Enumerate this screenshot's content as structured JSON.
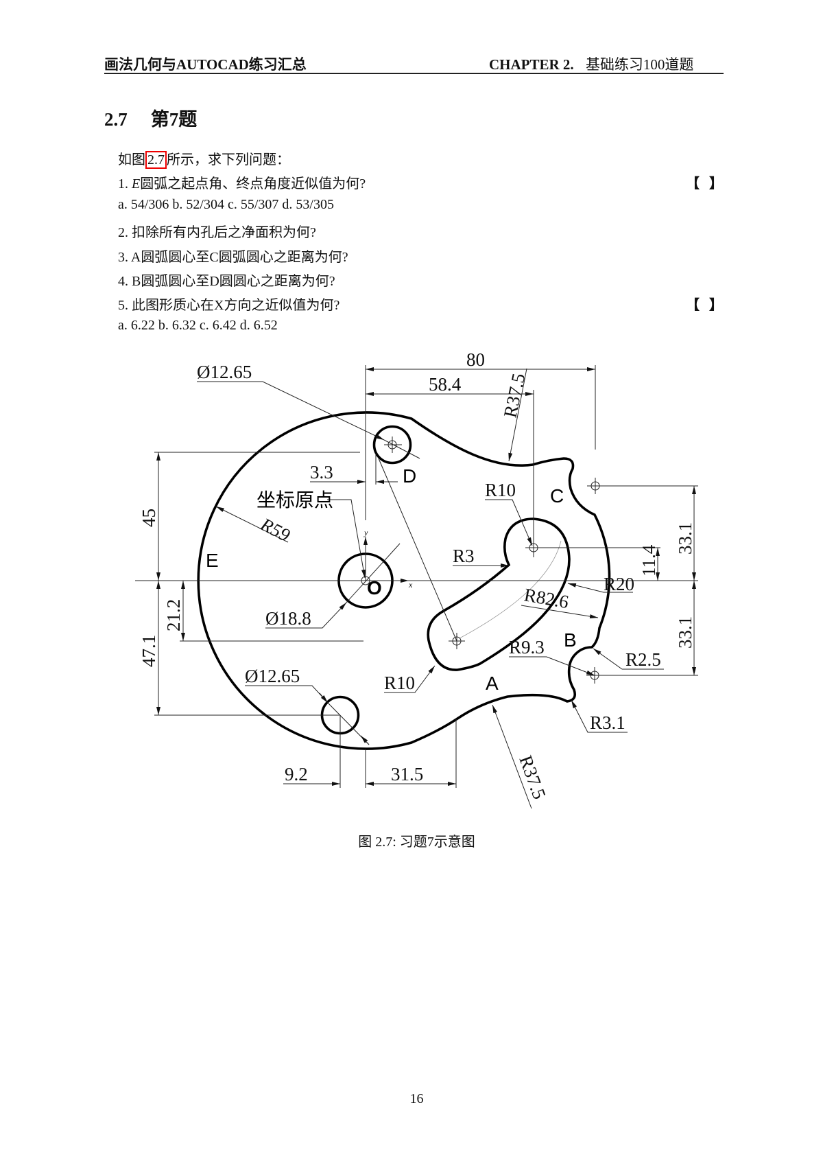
{
  "header": {
    "left": "画法几何与AUTOCAD练习汇总",
    "right_chapter": "CHAPTER 2.",
    "right_title": "基础练习100道题"
  },
  "section": {
    "number": "2.7",
    "title": "第7题"
  },
  "intro": {
    "prefix": "如图",
    "ref": "2.7",
    "suffix": "所示，求下列问题："
  },
  "questions": [
    {
      "num": "1.",
      "label": "E",
      "text": "圆弧之起点角、终点角度近似值为何?",
      "bracket": "【】",
      "options": "a. 54/306 b. 52/304 c. 55/307 d. 53/305"
    },
    {
      "num": "2.",
      "text": "扣除所有内孔后之净面积为何?"
    },
    {
      "num": "3.",
      "text": "A圆弧圆心至C圆弧圆心之距离为何?"
    },
    {
      "num": "4.",
      "text": "B圆弧圆心至D圆圆心之距离为何?"
    },
    {
      "num": "5.",
      "text": "此图形质心在X方向之近似值为何?",
      "bracket": "【】",
      "options": "a. 6.22 b. 6.32 c. 6.42 d. 6.52"
    }
  ],
  "figure": {
    "labels": {
      "A": "A",
      "B": "B",
      "C": "C",
      "D": "D",
      "E": "E",
      "O": "O",
      "origin": "坐标原点",
      "x_axis": "x",
      "y_axis": "y"
    },
    "dims": {
      "d80": "80",
      "d58_4": "58.4",
      "r37_5_top": "R37.5",
      "dia_top": "Ø12.65",
      "d3_3": "3.3",
      "d45": "45",
      "r59": "R59",
      "r10_top": "R10",
      "r3": "R3",
      "c": "C",
      "d11_4": "11.4",
      "d33_1_top": "33.1",
      "r20": "R20",
      "r82_6": "R82.6",
      "d21_2": "21.2",
      "d47_1": "47.1",
      "dia_center": "Ø18.8",
      "dia_bottom": "Ø12.65",
      "r10_bottom": "R10",
      "r9_3": "R9.3",
      "r2_5": "R2.5",
      "d33_1_bottom": "33.1",
      "r3_1": "R3.1",
      "d9_2": "9.2",
      "d31_5": "31.5",
      "r37_5_bottom": "R37.5"
    },
    "caption": "图 2.7: 习题7示意图"
  },
  "page_number": "16"
}
